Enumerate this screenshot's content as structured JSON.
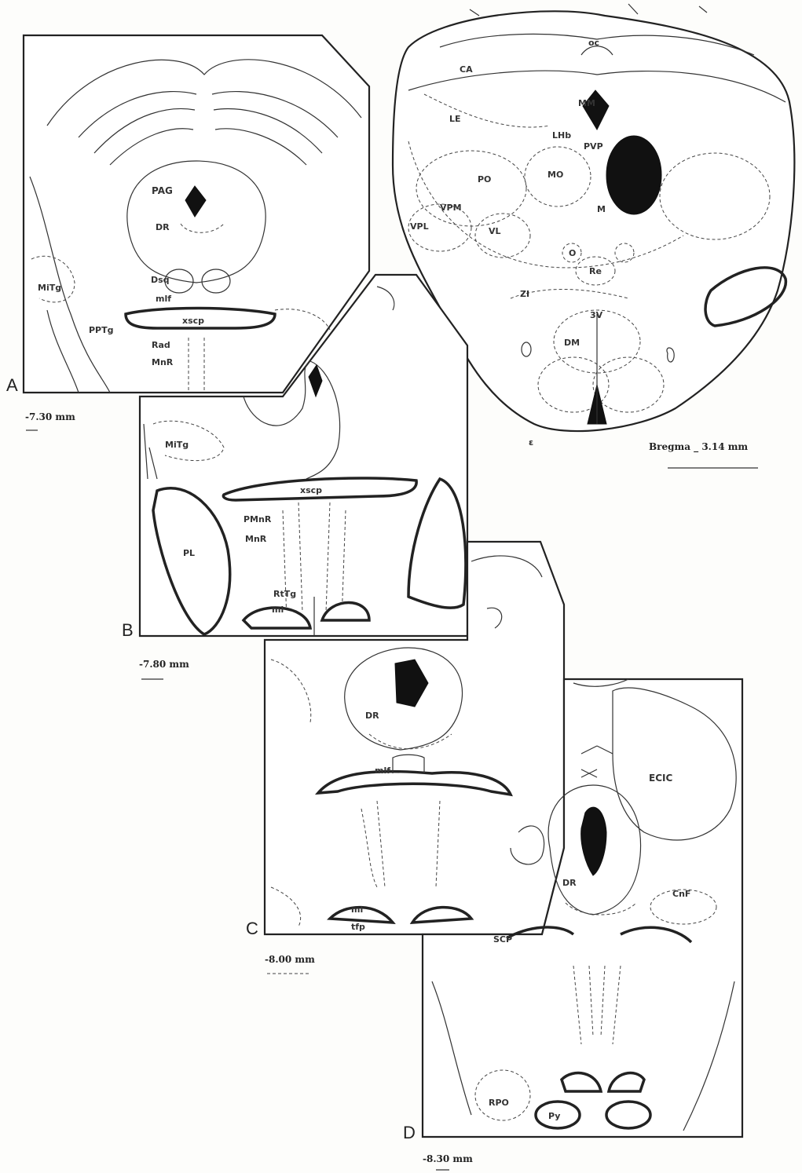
{
  "panels": {
    "top_right": {
      "labels": [
        "oc",
        "CA",
        "MM",
        "LE",
        "LHb",
        "PVP",
        "PO",
        "MO",
        "VPM",
        "VPL",
        "VL",
        "M",
        "O",
        "Re",
        "ZI",
        "3V",
        "DM",
        "ε"
      ],
      "bregma": "Bregma _ 3.14 mm"
    },
    "A": {
      "letter": "A",
      "labels": [
        "PAG",
        "DR",
        "MiTg",
        "Dsq",
        "mlf",
        "xscp",
        "PPTg",
        "Rad",
        "MnR"
      ],
      "scale": "-7.30 mm"
    },
    "B": {
      "letter": "B",
      "labels": [
        "MiTg",
        "xscp",
        "PMnR",
        "MnR",
        "PL",
        "RtTg",
        "ml"
      ],
      "scale": "-7.80 mm"
    },
    "C": {
      "letter": "C",
      "labels": [
        "DR",
        "mlf",
        "ml",
        "tfp"
      ],
      "scale": "-8.00 mm"
    },
    "D": {
      "letter": "D",
      "labels": [
        "ECIC",
        "DR",
        "CnF",
        "SCP",
        "RPO",
        "Py"
      ],
      "scale": "-8.30 mm"
    }
  }
}
